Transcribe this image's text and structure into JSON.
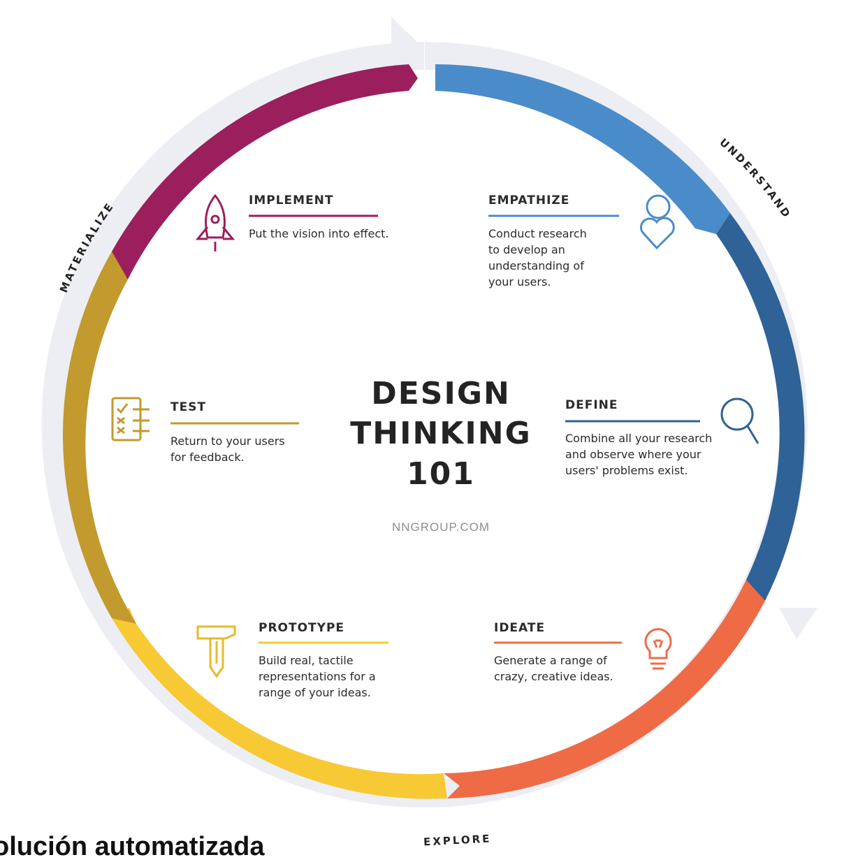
{
  "title": {
    "line1": "DESIGN",
    "line2": "THINKING",
    "line3": "101"
  },
  "site": "NNGROUP.COM",
  "phases": {
    "understand": "UNDERSTAND",
    "explore": "EXPLORE",
    "materialize": "MATERIALIZE"
  },
  "stages": {
    "empathize": {
      "title": "EMPATHIZE",
      "desc": [
        "Conduct research",
        "to develop an",
        "understanding of",
        "your users."
      ],
      "color": "#4a8cc9",
      "icon": "person-heart-icon"
    },
    "define": {
      "title": "DEFINE",
      "desc": [
        "Combine all your research",
        "and observe where your",
        "users' problems exist."
      ],
      "color": "#2f6296",
      "icon": "magnifier-icon"
    },
    "ideate": {
      "title": "IDEATE",
      "desc": [
        "Generate a range of",
        "crazy, creative ideas."
      ],
      "color": "#ee6b46",
      "icon": "lightbulb-icon"
    },
    "prototype": {
      "title": "PROTOTYPE",
      "desc": [
        "Build real, tactile",
        "representations for a",
        "range of your ideas."
      ],
      "color": "#f7c934",
      "icon": "hammer-pencil-icon"
    },
    "test": {
      "title": "TEST",
      "desc": [
        "Return to your users",
        "for feedback."
      ],
      "color": "#c29a2e",
      "icon": "checklist-icon"
    },
    "implement": {
      "title": "IMPLEMENT",
      "desc": [
        "Put the vision into effect."
      ],
      "color": "#9b1f5c",
      "icon": "rocket-icon"
    }
  },
  "outer_ring_color": "#eceef4",
  "bottom_text": "olución automatizada"
}
